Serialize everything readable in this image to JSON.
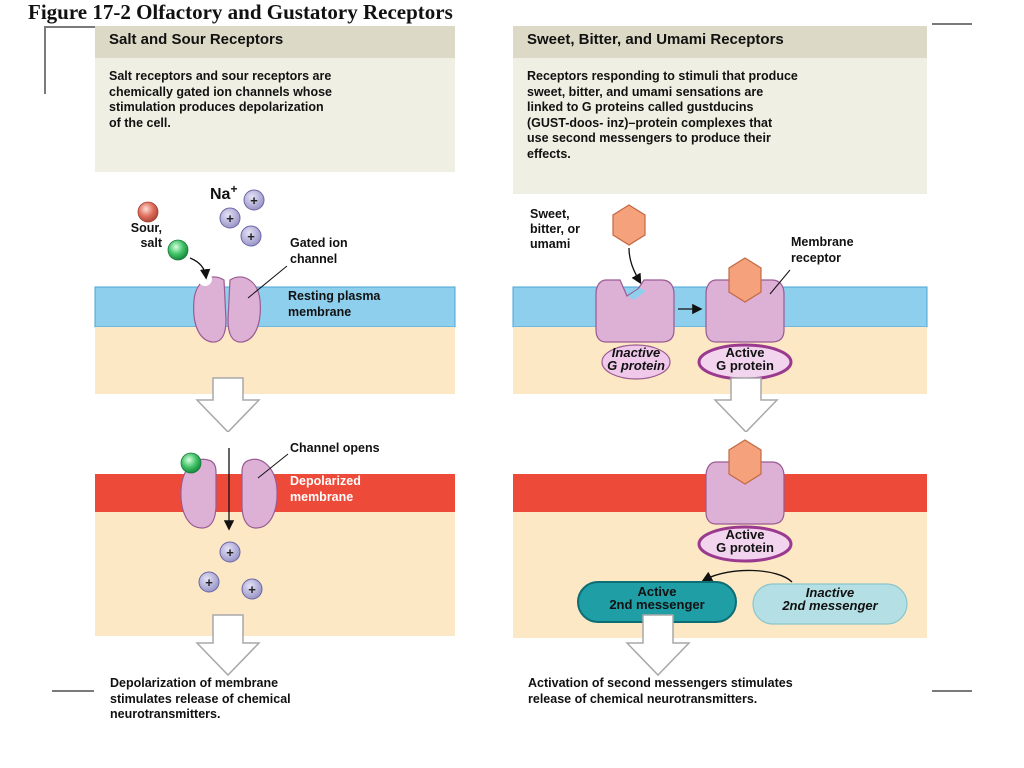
{
  "title": "Figure 17-2  Olfactory and Gustatory Receptors",
  "left_panel": {
    "header": "Salt and Sour Receptors",
    "description": [
      "Salt receptors and sour receptors are",
      "chemically gated ion channels whose",
      "stimulation produces depolarization",
      "of the cell."
    ],
    "labels": {
      "na_ion": "Na",
      "na_charge": "+",
      "stimulus": [
        "Sour,",
        "salt"
      ],
      "gated_channel": [
        "Gated ion",
        "channel"
      ],
      "resting_membrane": [
        "Resting plasma",
        "membrane"
      ],
      "channel_opens": "Channel opens",
      "depolarized_membrane": [
        "Depolarized",
        "membrane"
      ]
    },
    "footer": [
      "Depolarization of membrane",
      "stimulates release of chemical",
      "neurotransmitters."
    ]
  },
  "right_panel": {
    "header": "Sweet, Bitter, and Umami Receptors",
    "description": [
      "Receptors responding to stimuli that produce",
      "sweet, bitter, and umami sensations are",
      "linked to G proteins called gustducins",
      "(GUST-doos- inz)–protein complexes that",
      "use second messengers to produce their",
      "effects."
    ],
    "labels": {
      "stimulus": [
        "Sweet,",
        "bitter, or",
        "umami"
      ],
      "membrane_receptor": [
        "Membrane",
        "receptor"
      ],
      "inactive_g_protein": [
        "Inactive",
        "G protein"
      ],
      "active_g_protein": [
        "Active",
        "G protein"
      ],
      "active_g_protein_2": [
        "Active",
        "G protein"
      ],
      "active_2nd_messenger": [
        "Active",
        "2nd messenger"
      ],
      "inactive_2nd_messenger": [
        "Inactive",
        "2nd messenger"
      ]
    },
    "footer": [
      "Activation of second messengers stimulates",
      "release of chemical neurotransmitters."
    ]
  },
  "plus_sign": "+",
  "colors": {
    "header_bg": "#dcdac6",
    "panel_bg": "#f0efe4",
    "cytoplasm": "#fce8c4",
    "resting_membrane": "#8fcfee",
    "depolarized_membrane": "#ee4a3a",
    "channel": "#ddb0d6",
    "receptor_ligand": "#f5a27c",
    "active_messenger": "#1f9ea6",
    "inactive_messenger": "#b4dfe4"
  }
}
